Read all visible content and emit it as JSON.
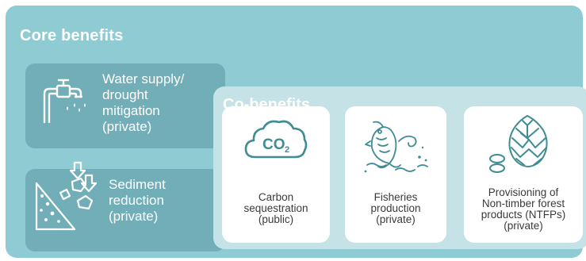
{
  "core": {
    "title": "Core benefits",
    "items": [
      {
        "lines": [
          "Water supply/",
          "drought",
          "mitigation",
          "(private)"
        ],
        "icon": "water-tap-icon"
      },
      {
        "lines": [
          "Sediment",
          "reduction",
          "(private)"
        ],
        "icon": "sediment-icon"
      }
    ]
  },
  "co": {
    "title": "Co-benefits",
    "items": [
      {
        "lines": [
          "Carbon",
          "sequestration",
          "(public)"
        ],
        "icon": "co2-cloud-icon",
        "co2": "CO",
        "sub": "2"
      },
      {
        "lines": [
          "Fisheries",
          "production",
          "(private)"
        ],
        "icon": "fish-icon"
      },
      {
        "lines": [
          "Provisioning of",
          "Non-timber forest",
          "products (NTFPs)",
          "(private)"
        ],
        "icon": "pine-cone-icon"
      }
    ]
  },
  "colors": {
    "outer_bg": "#8fcbd2",
    "core_card_bg": "#71aeb7",
    "co_panel_bg": "#c5e2e6",
    "icon_dark": "#3f8c93",
    "text_dark": "#3a3a3a"
  }
}
